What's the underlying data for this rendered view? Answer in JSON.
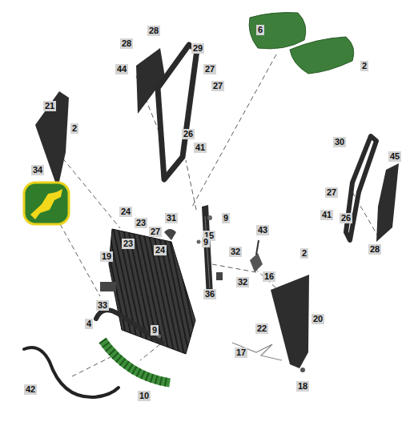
{
  "diagram": {
    "labels": [
      "6",
      "2",
      "28",
      "28",
      "29",
      "27",
      "27",
      "44",
      "21",
      "2",
      "26",
      "41",
      "30",
      "45",
      "34",
      "24",
      "23",
      "31",
      "9",
      "15",
      "27",
      "19",
      "23",
      "24",
      "9",
      "32",
      "43",
      "27",
      "41",
      "26",
      "28",
      "2",
      "32",
      "36",
      "16",
      "33",
      "4",
      "9",
      "20",
      "22",
      "17",
      "18",
      "42",
      "10"
    ]
  }
}
